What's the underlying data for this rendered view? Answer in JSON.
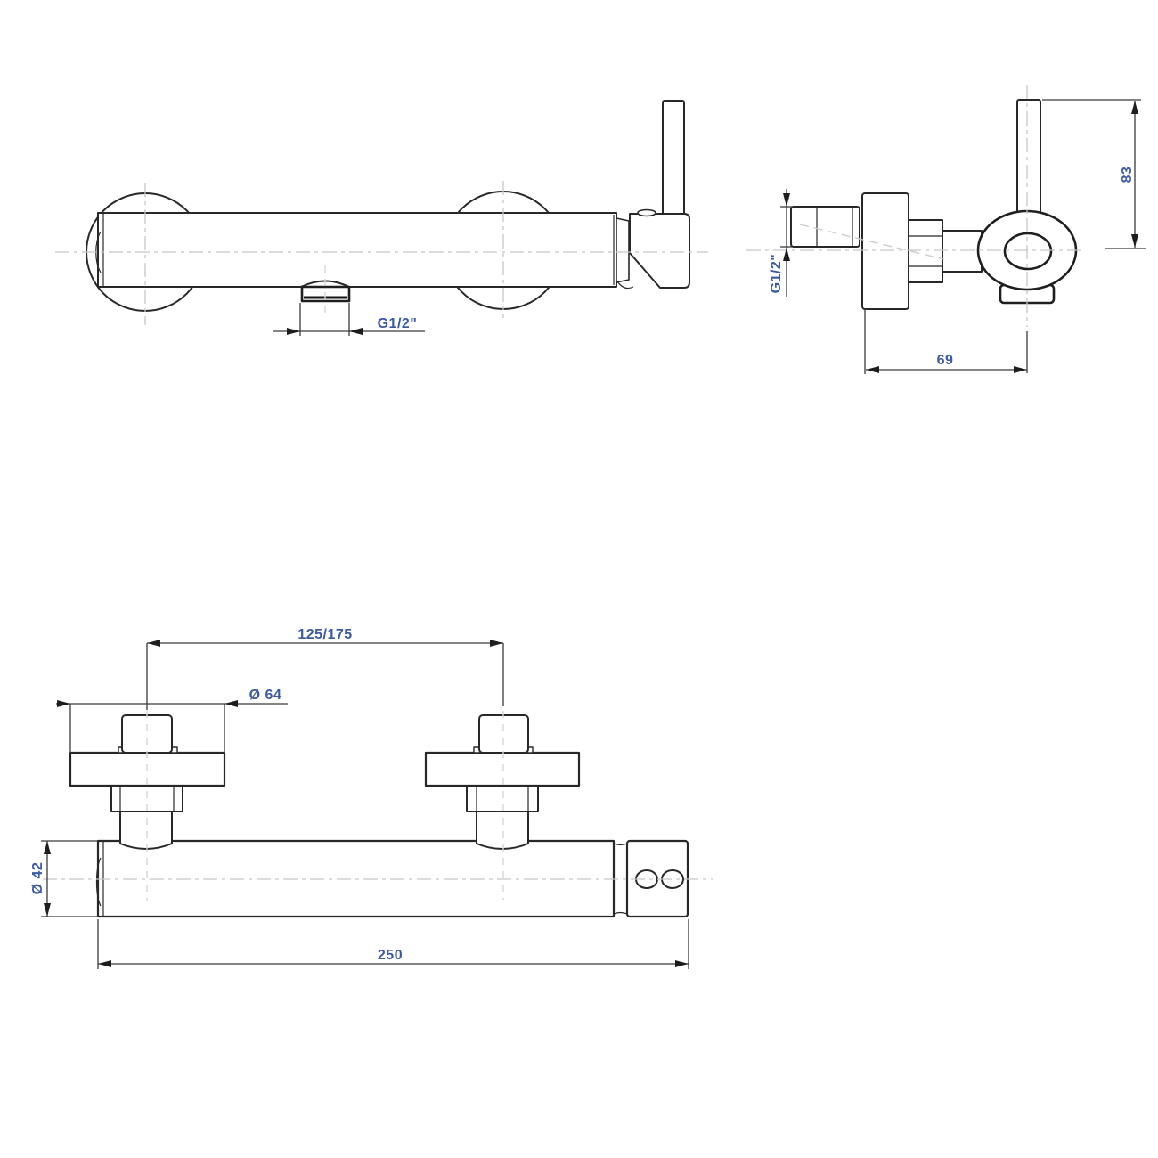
{
  "drawing": {
    "type": "technical-drawing",
    "subject": "wall-mounted shower mixer faucet, three orthographic views",
    "colors": {
      "background": "#ffffff",
      "outline": "#282828",
      "dimension_line": "#3a3a3a",
      "centerline": "#c6c6c6",
      "dimension_text": "#3b5aa3"
    },
    "front_view": {
      "dims": {
        "outlet_thread": "G1/2\""
      }
    },
    "side_view": {
      "dims": {
        "inlet_thread": "G1/2\"",
        "wall_to_outlet_depth": "69",
        "handle_height": "83"
      }
    },
    "plan_view": {
      "dims": {
        "union_centre_spacing": "125/175",
        "flange_diameter": "Ø 64",
        "body_diameter": "Ø 42",
        "body_length": "250"
      }
    }
  }
}
